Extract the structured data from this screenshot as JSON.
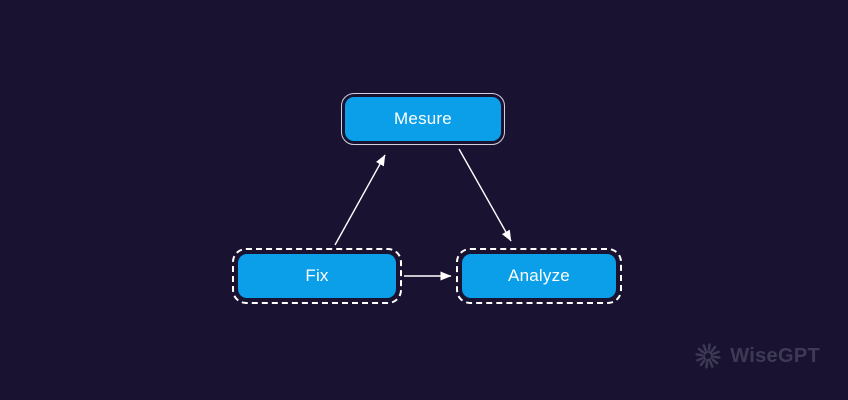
{
  "diagram": {
    "nodes": {
      "mesure": {
        "label": "Mesure",
        "outline": "solid"
      },
      "fix": {
        "label": "Fix",
        "outline": "dashed"
      },
      "analyze": {
        "label": "Analyze",
        "outline": "dashed"
      }
    },
    "edges": [
      {
        "from": "fix",
        "to": "mesure"
      },
      {
        "from": "mesure",
        "to": "analyze"
      },
      {
        "from": "fix",
        "to": "analyze"
      }
    ]
  },
  "watermark": {
    "brand": "WiseGPT"
  },
  "colors": {
    "background": "#191331",
    "node_fill": "#0a9fe8",
    "node_text": "#ffffff",
    "solid_outline": "#e6e5f2",
    "dashed_outline": "#ffffff",
    "edge": "#ffffff",
    "watermark": "#3e3a55"
  }
}
